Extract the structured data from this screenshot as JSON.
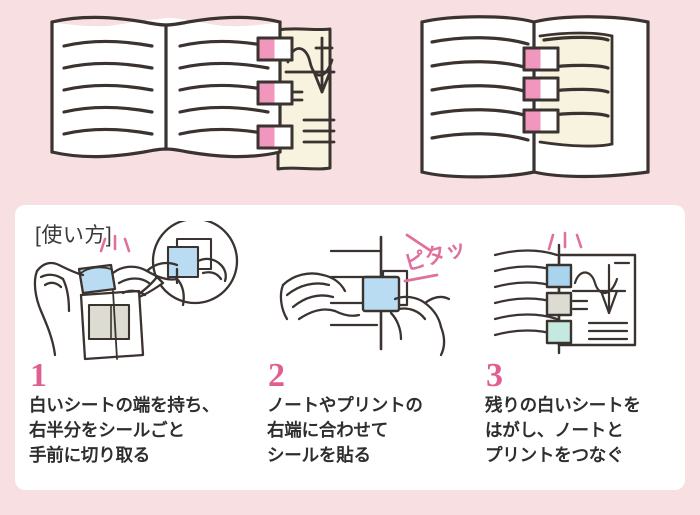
{
  "page": {
    "background_color": "#f8dfe2",
    "panel_color": "#ffffff",
    "accent_pink": "#e05f93",
    "tab_pink": "#f196bd",
    "sheet_cream": "#f7f3de",
    "ink": "#3a3330"
  },
  "hero": {
    "left_illustration": {
      "name": "open-notebook-with-attached-printout",
      "tab_count": 3,
      "tab_colors": [
        "#f196bd",
        "#ffffff"
      ],
      "sheet_color": "#f7f3de",
      "page_rule_lines": 5,
      "sheet_content": "graph-curve-and-text-lines"
    },
    "right_illustration": {
      "name": "notebook-with-printout-folded-inside",
      "tab_count": 3,
      "tab_colors": [
        "#f196bd",
        "#ffffff"
      ],
      "sheet_color": "#f7f3de",
      "page_rule_lines": 5
    }
  },
  "panel": {
    "howto_label": "[使い方]",
    "steps": [
      {
        "number": "1",
        "illustration": "hands-tearing-sheet-with-callout-bubble",
        "tab_color": "#a8d4ee",
        "caption_lines": [
          "白いシートの端を持ち、",
          "右半分をシールごと",
          "手前に切り取る"
        ]
      },
      {
        "number": "2",
        "illustration": "hand-sticking-tab-to-paper-edge",
        "sound_effect": "ピタッ",
        "sound_effect_color": "#e0709c",
        "tab_color": "#b9dcf2",
        "caption_lines": [
          "ノートやプリントの",
          "右端に合わせて",
          "シールを貼る"
        ]
      },
      {
        "number": "3",
        "illustration": "notebook-joined-to-printout-by-three-tabs",
        "tab_colors": [
          "#a8d4ee",
          "#dddcd2",
          "#c5e8e0"
        ],
        "caption_lines": [
          "残りの白いシートを",
          "はがし、ノートと",
          "プリントをつなぐ"
        ]
      }
    ]
  }
}
